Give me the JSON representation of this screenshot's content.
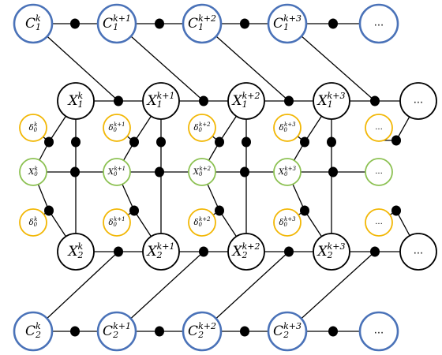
{
  "columns": [
    {
      "c1": {
        "base": "C",
        "sub": "1",
        "sup": "k"
      },
      "x1": {
        "base": "X",
        "sub": "1",
        "sup": "k"
      },
      "d_top": {
        "base": "δ",
        "sub": "0",
        "sup": "k"
      },
      "x0": {
        "base": "X",
        "sub": "0",
        "sup": "k"
      },
      "d_bot": {
        "base": "δ",
        "sub": "0",
        "sup": "k"
      },
      "x2": {
        "base": "X",
        "sub": "2",
        "sup": "k"
      },
      "c2": {
        "base": "C",
        "sub": "2",
        "sup": "k"
      }
    },
    {
      "c1": {
        "base": "C",
        "sub": "1",
        "sup": "k+1"
      },
      "x1": {
        "base": "X",
        "sub": "1",
        "sup": "k+1"
      },
      "d_top": {
        "base": "δ",
        "sub": "0",
        "sup": "k+1"
      },
      "x0": {
        "base": "X",
        "sub": "0",
        "sup": "k+1"
      },
      "d_bot": {
        "base": "δ",
        "sub": "0",
        "sup": "k+1"
      },
      "x2": {
        "base": "X",
        "sub": "2",
        "sup": "k+1"
      },
      "c2": {
        "base": "C",
        "sub": "2",
        "sup": "k+1"
      }
    },
    {
      "c1": {
        "base": "C",
        "sub": "1",
        "sup": "k+2"
      },
      "x1": {
        "base": "X",
        "sub": "1",
        "sup": "k+2"
      },
      "d_top": {
        "base": "δ",
        "sub": "0",
        "sup": "k+2"
      },
      "x0": {
        "base": "X",
        "sub": "0",
        "sup": "k+2"
      },
      "d_bot": {
        "base": "δ",
        "sub": "0",
        "sup": "k+2"
      },
      "x2": {
        "base": "X",
        "sub": "2",
        "sup": "k+2"
      },
      "c2": {
        "base": "C",
        "sub": "2",
        "sup": "k+2"
      }
    },
    {
      "c1": {
        "base": "C",
        "sub": "1",
        "sup": "k+3"
      },
      "x1": {
        "base": "X",
        "sub": "1",
        "sup": "k+3"
      },
      "d_top": {
        "base": "δ",
        "sub": "0",
        "sup": "k+3"
      },
      "x0": {
        "base": "X",
        "sub": "0",
        "sup": "k+3"
      },
      "d_bot": {
        "base": "δ",
        "sub": "0",
        "sup": "k+3"
      },
      "x2": {
        "base": "X",
        "sub": "2",
        "sup": "k+3"
      },
      "c2": {
        "base": "C",
        "sub": "2",
        "sup": "k+3"
      }
    }
  ],
  "ellipsis": "...",
  "colors": {
    "c_nodes": "#4a72b8",
    "x_nodes": "#000000",
    "x0_nodes": "#8cc152",
    "delta_nodes": "#f2b705",
    "edges": "#000000"
  }
}
